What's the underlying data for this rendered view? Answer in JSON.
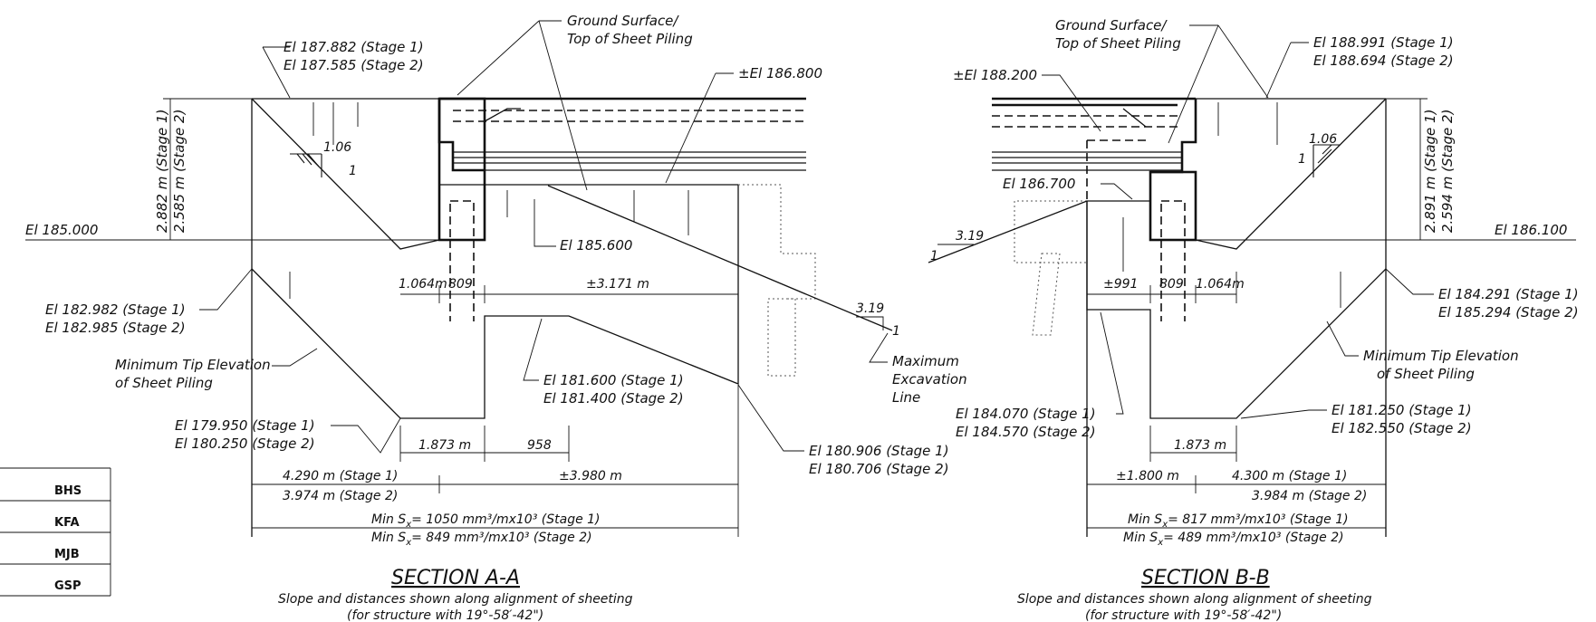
{
  "section_a": {
    "title": "SECTION A-A",
    "note_line1": "Slope and distances shown along alignment of sheeting",
    "note_line2": "(for structure with 19°-58′-42\")",
    "top_left_el_1": "El 187.882 (Stage 1)",
    "top_left_el_2": "El 187.585 (Stage 2)",
    "ground_surface_1": "Ground Surface/",
    "ground_surface_2": "Top of Sheet Piling",
    "top_right_el": "±El 186.800",
    "datum_el": "El 185.000",
    "height_1": "2.882 m (Stage 1)",
    "height_2": "2.585 m (Stage 2)",
    "slope_value": "1.06",
    "slope_unit": "1",
    "el_185_600": "El 185.600",
    "dim_1064": "1.064m",
    "dim_809": "809",
    "dim_3171": "±3.171 m",
    "right_slope_value": "3.19",
    "right_slope_unit": "1",
    "left_el_1": "El 182.982 (Stage 1)",
    "left_el_2": "El 182.985 (Stage 2)",
    "min_tip_1": "Minimum Tip Elevation",
    "min_tip_2": "of Sheet Piling",
    "mid_el_1": "El 181.600 (Stage 1)",
    "mid_el_2": "El 181.400 (Stage 2)",
    "max_exc_1": "Maximum",
    "max_exc_2": "Excavation",
    "max_exc_3": "Line",
    "bottom_el_1": "El 179.950 (Stage 1)",
    "bottom_el_2": "El 180.250 (Stage 2)",
    "dim_1873": "1.873 m",
    "dim_958": "958",
    "right_el_1": "El 180.906 (Stage 1)",
    "right_el_2": "El 180.706 (Stage 2)",
    "dim_4290": "4.290 m (Stage 1)",
    "dim_3974": "3.974 m (Stage 2)",
    "dim_3980": "±3.980 m",
    "min_sx_1_pre": "Min S",
    "min_sx_1_post": "= 1050 mm³/mx10³ (Stage 1)",
    "min_sx_2_pre": "Min S",
    "min_sx_2_post": "= 849 mm³/mx10³ (Stage 2)",
    "sub_x": "x"
  },
  "section_b": {
    "title": "SECTION B-B",
    "note_line1": "Slope and distances shown along alignment of sheeting",
    "note_line2": "(for structure with 19°-58′-42\")",
    "ground_surface_1": "Ground Surface/",
    "ground_surface_2": "Top of Sheet Piling",
    "top_right_el_1": "El 188.991 (Stage 1)",
    "top_right_el_2": "El 188.694 (Stage 2)",
    "top_left_el": "±El 188.200",
    "height_1": "2.891 m (Stage 1)",
    "height_2": "2.594 m (Stage 2)",
    "slope_value": "1.06",
    "slope_unit": "1",
    "el_186_700": "El 186.700",
    "datum_el": "El 186.100",
    "left_slope_value": "3.19",
    "left_slope_unit": "1",
    "dim_991": "±991",
    "dim_809": "809",
    "dim_1064": "1.064m",
    "right_el_1": "El 184.291 (Stage 1)",
    "right_el_2": "El 185.294 (Stage 2)",
    "min_tip_1": "Minimum Tip Elevation",
    "min_tip_2": "of Sheet Piling",
    "left_el_1": "El 184.070 (Stage 1)",
    "left_el_2": "El 184.570 (Stage 2)",
    "bottom_el_1": "El 181.250 (Stage 1)",
    "bottom_el_2": "El 182.550 (Stage 2)",
    "dim_1873": "1.873 m",
    "dim_1800": "±1.800 m",
    "dim_4300": "4.300 m (Stage 1)",
    "dim_3984": "3.984 m (Stage 2)",
    "min_sx_1_pre": "Min S",
    "min_sx_1_post": "= 817 mm³/mx10³ (Stage 1)",
    "min_sx_2_pre": "Min S",
    "min_sx_2_post": "= 489 mm³/mx10³ (Stage 2)",
    "sub_x": "x"
  },
  "title_block": {
    "rows": [
      "BHS",
      "KFA",
      "MJB",
      "GSP"
    ]
  }
}
